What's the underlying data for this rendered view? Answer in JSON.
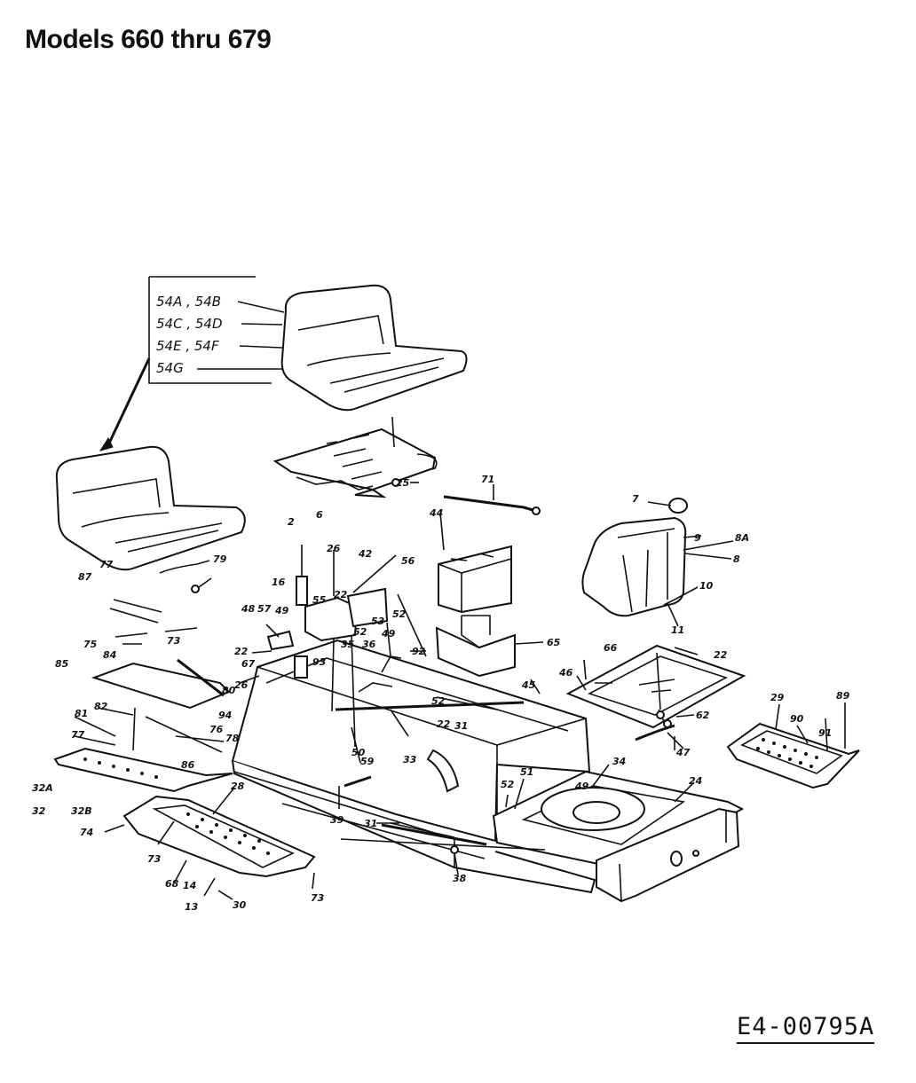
{
  "title": "Models 660 thru 679",
  "document_id": "E4-00795A",
  "seat_callout_box": [
    "54A , 54B",
    "54C , 54D",
    "54E , 54F",
    "54G"
  ],
  "labels": {
    "l2": "2",
    "l6": "6",
    "l7": "7",
    "l8": "8",
    "l8A": "8A",
    "l9": "9",
    "l10": "10",
    "l11": "11",
    "l13": "13",
    "l14": "14",
    "l16": "16",
    "l22a": "22",
    "l22b": "22",
    "l22c": "22",
    "l24": "24",
    "l25": "25",
    "l26a": "26",
    "l26b": "26",
    "l28": "28",
    "l29": "29",
    "l30": "30",
    "l31": "31",
    "l31b": "31",
    "l32": "32",
    "l32A": "32A",
    "l32B": "32B",
    "l33": "33",
    "l34": "34",
    "l35": "35",
    "l36": "36",
    "l38": "38",
    "l39": "39",
    "l42": "42",
    "l44": "44",
    "l45": "45",
    "l46": "46",
    "l47": "47",
    "l48": "48",
    "l49": "49",
    "l49b": "49",
    "l50": "50",
    "l51": "51",
    "l52a": "52",
    "l52b": "52",
    "l52c": "52",
    "l53": "53",
    "l55": "55",
    "l56": "56",
    "l57": "57",
    "l59": "59",
    "l62": "62",
    "l65": "65",
    "l66": "66",
    "l67": "67",
    "l68": "68",
    "l71": "71",
    "l73a": "73",
    "l73b": "73",
    "l74": "74",
    "l75": "75",
    "l76": "76",
    "l77": "77",
    "l78": "78",
    "l79": "79",
    "l80": "80",
    "l81": "81",
    "l82": "82",
    "l84": "84",
    "l85": "85",
    "l86": "86",
    "l87": "87",
    "l89": "89",
    "l90": "90",
    "l91": "91",
    "l92": "92",
    "l93": "93",
    "l94": "94"
  }
}
